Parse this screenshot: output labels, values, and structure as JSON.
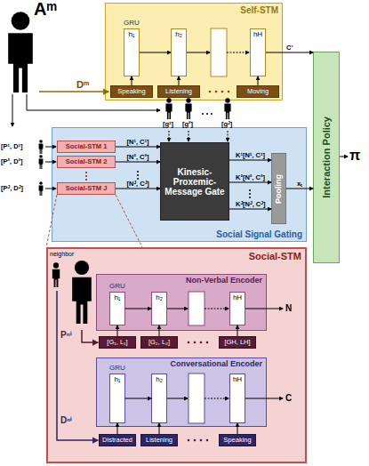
{
  "diagram": {
    "nodes": [
      {
        "text": [
          "Self-STM"
        ]
      },
      {
        "text": [
          "h₁"
        ],
        "in": 0
      },
      {
        "text": [
          "h₂"
        ],
        "in": 0
      },
      {
        "text": [
          "hH"
        ],
        "in": 0
      },
      {
        "text": [
          "Speaking"
        ],
        "in": 0
      },
      {
        "text": [
          "Listening"
        ],
        "in": 0
      },
      {
        "text": [
          "Moving"
        ],
        "in": 0
      },
      {
        "text": [
          "Interaction Policy"
        ]
      },
      {
        "text": [
          "Social Signal Gating"
        ]
      },
      {
        "text": [
          "Social-STM 1"
        ],
        "in": 8
      },
      {
        "text": [
          "Social-STM 2"
        ],
        "in": 8
      },
      {
        "text": [
          "Social-STM J"
        ],
        "in": 8
      },
      {
        "text": [
          "Kinesic-Proxemic-Message Gate"
        ],
        "in": 8
      },
      {
        "text": [
          "Pooling"
        ],
        "in": 8
      },
      {
        "text": [
          "Social-STM"
        ]
      },
      {
        "text": [
          "Non-Verbal Encoder"
        ],
        "in": 14
      },
      {
        "text": [
          "h₁"
        ],
        "in": 15
      },
      {
        "text": [
          "h₂"
        ],
        "in": 15
      },
      {
        "text": [
          "hH"
        ],
        "in": 15
      },
      {
        "text": [
          "[G₁, L₁]"
        ],
        "in": 14
      },
      {
        "text": [
          "[G₂, L₂]"
        ],
        "in": 14
      },
      {
        "text": [
          "[GH, LH]"
        ],
        "in": 14
      },
      {
        "text": [
          "Conversational Encoder"
        ],
        "in": 14
      },
      {
        "text": [
          "h₁"
        ],
        "in": 22
      },
      {
        "text": [
          "h₂"
        ],
        "in": 22
      },
      {
        "text": [
          "hH"
        ],
        "in": 22
      },
      {
        "text": [
          "Distracted"
        ],
        "in": 14
      },
      {
        "text": [
          "Listening"
        ],
        "in": 14
      },
      {
        "text": [
          "Speaking"
        ],
        "in": 14
      }
    ],
    "edges": [
      {
        "from": 4,
        "to": 1,
        "arrow": "to"
      },
      {
        "from": 5,
        "to": 2,
        "arrow": "to"
      },
      {
        "from": 6,
        "to": 3,
        "arrow": "to"
      },
      {
        "from": 1,
        "to": 2,
        "arrow": "to"
      },
      {
        "from": 3,
        "to": 7,
        "label": "C'",
        "arrow": "to"
      },
      {
        "from": 9,
        "to": 12,
        "label": "[N¹, C¹]",
        "arrow": "to"
      },
      {
        "from": 10,
        "to": 12,
        "label": "[N², C²]",
        "arrow": "to"
      },
      {
        "from": 11,
        "to": 12,
        "label": "[Nᴶ, Cᴶ]",
        "arrow": "to"
      },
      {
        "from": 12,
        "to": 13,
        "label": "K¹[N¹, C¹]",
        "arrow": "to"
      },
      {
        "from": 12,
        "to": 13,
        "label": "K²[N², C²]",
        "arrow": "to"
      },
      {
        "from": 12,
        "to": 13,
        "label": "Kᴶ[Nᴶ, Cᴶ]",
        "arrow": "to"
      },
      {
        "from": 13,
        "to": 7,
        "label": "xₜ",
        "arrow": "to"
      },
      {
        "from": 19,
        "to": 16,
        "arrow": "to"
      },
      {
        "from": 20,
        "to": 17,
        "arrow": "to"
      },
      {
        "from": 21,
        "to": 18,
        "arrow": "to"
      },
      {
        "from": 16,
        "to": 17,
        "arrow": "to"
      },
      {
        "from": 26,
        "to": 23,
        "arrow": "to"
      },
      {
        "from": 27,
        "to": 24,
        "arrow": "to"
      },
      {
        "from": 28,
        "to": 25,
        "arrow": "to"
      },
      {
        "from": 23,
        "to": 24,
        "arrow": "to"
      }
    ],
    "labels": [
      "Aᵐ",
      "Dᵐ",
      "GRU",
      "[g¹]",
      "[g²]",
      "[gᴶ]",
      "[P¹, D¹]",
      "[P², D²]",
      "[Pᴶ, Dᴶ]",
      "π",
      "neighbor",
      "GRU",
      "N",
      "Pⁿⁱ",
      "GRU",
      "C",
      "Dⁿⁱ"
    ]
  }
}
